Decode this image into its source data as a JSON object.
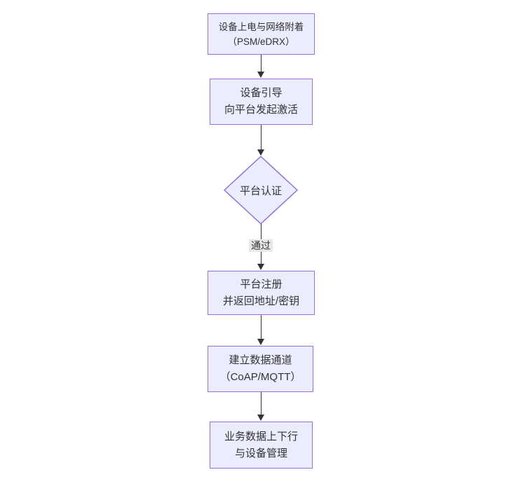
{
  "diagram": {
    "type": "flowchart",
    "direction": "top-down",
    "nodes": [
      {
        "id": "power-attach",
        "shape": "rect",
        "label": "设备上电与网络附着\n（PSM/eDRX）"
      },
      {
        "id": "bootstrap",
        "shape": "rect",
        "label": "设备引导\n向平台发起激活"
      },
      {
        "id": "platform-auth",
        "shape": "diamond",
        "label": "平台认证"
      },
      {
        "id": "platform-register",
        "shape": "rect",
        "label": "平台注册\n并返回地址/密钥"
      },
      {
        "id": "data-channel",
        "shape": "rect",
        "label": "建立数据通道\n（CoAP/MQTT）"
      },
      {
        "id": "business-data",
        "shape": "rect",
        "label": "业务数据上下行\n与设备管理"
      }
    ],
    "edges": [
      {
        "from": "power-attach",
        "to": "bootstrap",
        "label": ""
      },
      {
        "from": "bootstrap",
        "to": "platform-auth",
        "label": ""
      },
      {
        "from": "platform-auth",
        "to": "platform-register",
        "label": "通过"
      },
      {
        "from": "platform-register",
        "to": "data-channel",
        "label": ""
      },
      {
        "from": "data-channel",
        "to": "business-data",
        "label": ""
      }
    ],
    "colors": {
      "node_fill": "#ECECFF",
      "node_border": "#9370DB",
      "edge": "#333333",
      "text": "#333333",
      "edge_label_bg": "#e8e8e8",
      "background": "#ffffff"
    }
  }
}
